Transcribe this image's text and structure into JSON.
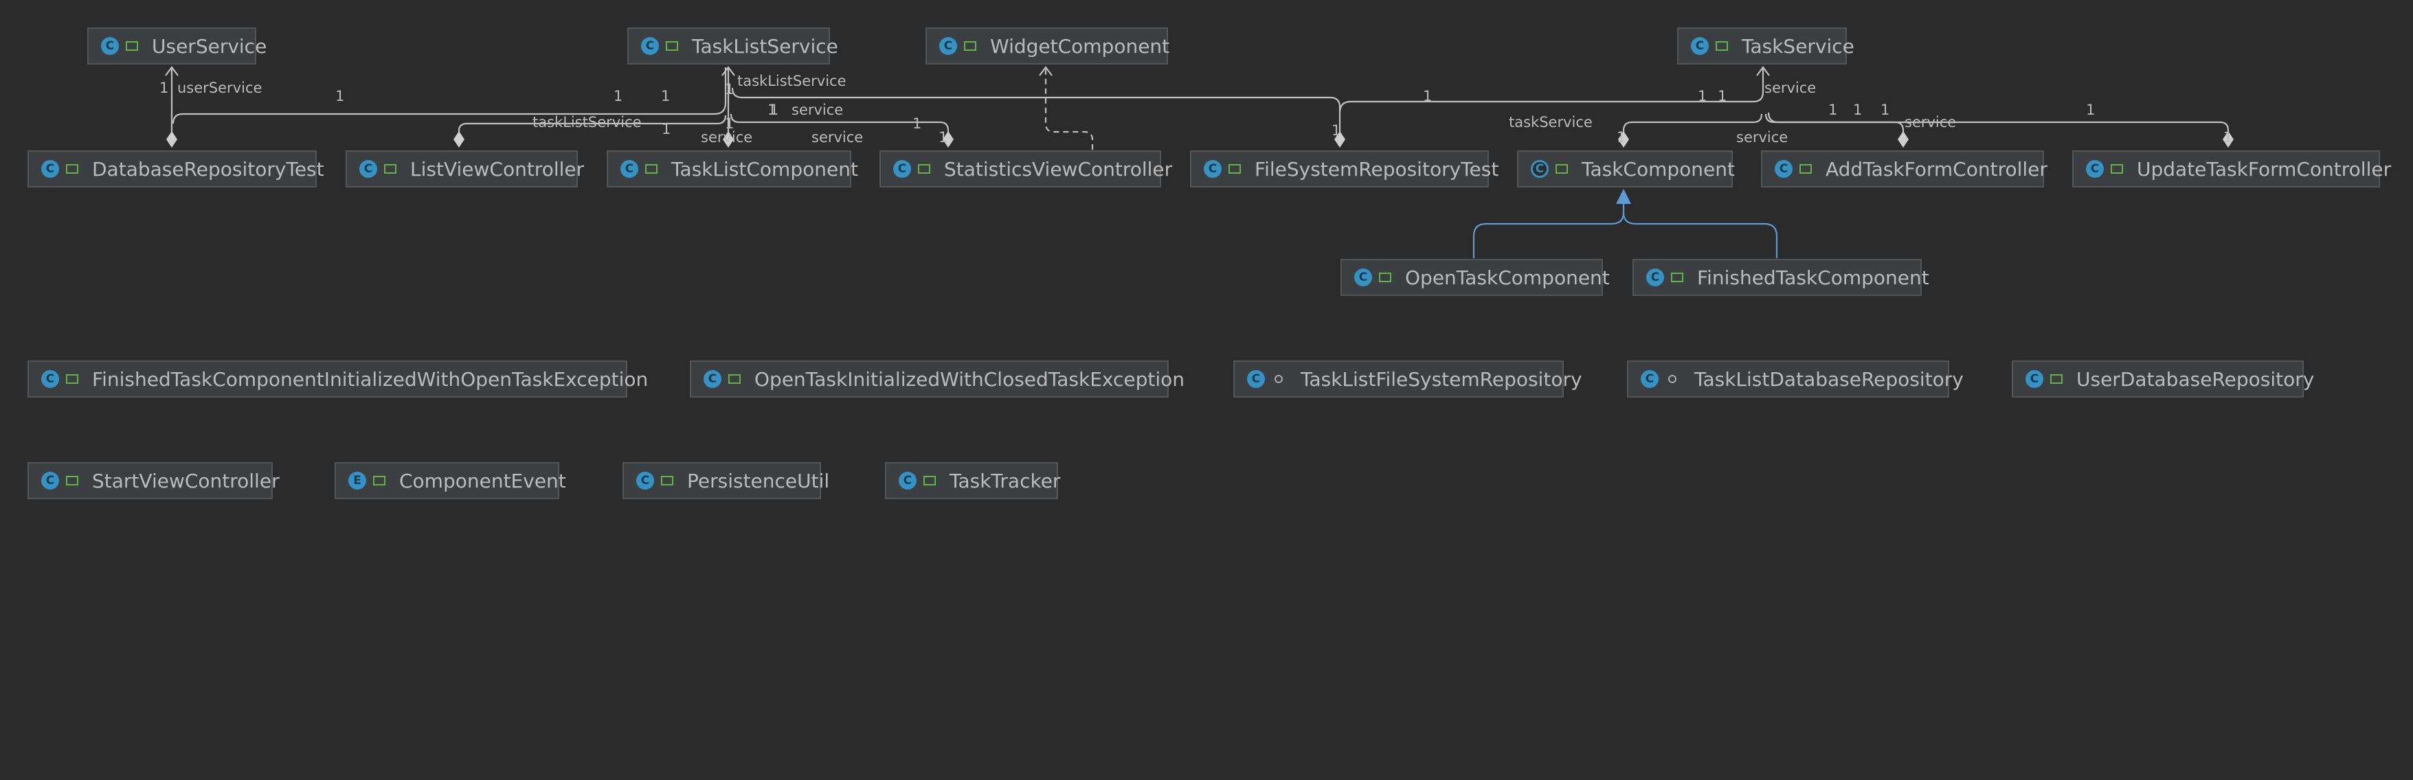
{
  "colors": {
    "background": "#2b2b2b",
    "node_fill": "#3c3f41",
    "node_border": "#555555",
    "text": "#bbbbbb",
    "edge": "#c0c0c0",
    "inheritance": "#5b9bd5",
    "class_badge": "#3592c4",
    "public_lock": "#62b543"
  },
  "nodes": [
    {
      "id": "UserService",
      "label": "UserService",
      "kind": "C",
      "icon": "class-icon"
    },
    {
      "id": "TaskListService",
      "label": "TaskListService",
      "kind": "C",
      "icon": "class-icon"
    },
    {
      "id": "WidgetComponent",
      "label": "WidgetComponent",
      "kind": "C",
      "icon": "class-icon"
    },
    {
      "id": "TaskService",
      "label": "TaskService",
      "kind": "C",
      "icon": "class-icon"
    },
    {
      "id": "DatabaseRepositoryTest",
      "label": "DatabaseRepositoryTest",
      "kind": "C",
      "icon": "test-class-icon"
    },
    {
      "id": "ListViewController",
      "label": "ListViewController",
      "kind": "C",
      "icon": "class-icon"
    },
    {
      "id": "TaskListComponent",
      "label": "TaskListComponent",
      "kind": "C",
      "icon": "class-icon"
    },
    {
      "id": "StatisticsViewController",
      "label": "StatisticsViewController",
      "kind": "C",
      "icon": "class-icon"
    },
    {
      "id": "FileSystemRepositoryTest",
      "label": "FileSystemRepositoryTest",
      "kind": "C",
      "icon": "test-class-icon"
    },
    {
      "id": "TaskComponent",
      "label": "TaskComponent",
      "kind": "C",
      "icon": "abstract-class-icon"
    },
    {
      "id": "AddTaskFormController",
      "label": "AddTaskFormController",
      "kind": "C",
      "icon": "class-icon"
    },
    {
      "id": "UpdateTaskFormController",
      "label": "UpdateTaskFormController",
      "kind": "C",
      "icon": "class-icon"
    },
    {
      "id": "OpenTaskComponent",
      "label": "OpenTaskComponent",
      "kind": "C",
      "icon": "class-icon"
    },
    {
      "id": "FinishedTaskComponent",
      "label": "FinishedTaskComponent",
      "kind": "C",
      "icon": "class-icon"
    },
    {
      "id": "FinishedTaskComponentInitializedWithOpenTaskException",
      "label": "FinishedTaskComponentInitializedWithOpenTaskException",
      "kind": "C",
      "icon": "class-icon"
    },
    {
      "id": "OpenTaskInitializedWithClosedTaskException",
      "label": "OpenTaskInitializedWithClosedTaskException",
      "kind": "C",
      "icon": "class-icon"
    },
    {
      "id": "TaskListFileSystemRepository",
      "label": "TaskListFileSystemRepository",
      "kind": "C",
      "icon": "class-icon",
      "package_private": true
    },
    {
      "id": "TaskListDatabaseRepository",
      "label": "TaskListDatabaseRepository",
      "kind": "C",
      "icon": "class-icon",
      "package_private": true
    },
    {
      "id": "UserDatabaseRepository",
      "label": "UserDatabaseRepository",
      "kind": "C",
      "icon": "class-icon"
    },
    {
      "id": "StartViewController",
      "label": "StartViewController",
      "kind": "C",
      "icon": "class-icon"
    },
    {
      "id": "ComponentEvent",
      "label": "ComponentEvent",
      "kind": "E",
      "icon": "enum-icon"
    },
    {
      "id": "PersistenceUtil",
      "label": "PersistenceUtil",
      "kind": "C",
      "icon": "class-icon"
    },
    {
      "id": "TaskTracker",
      "label": "TaskTracker",
      "kind": "C",
      "icon": "main-class-icon"
    }
  ],
  "edge_labels": [
    {
      "text": "1"
    },
    {
      "text": "userService"
    },
    {
      "text": "1"
    },
    {
      "text": "1"
    },
    {
      "text": "1"
    },
    {
      "text": "taskListService"
    },
    {
      "text": "1"
    },
    {
      "text": "1"
    },
    {
      "text": "1"
    },
    {
      "text": "taskListService"
    },
    {
      "text": "1"
    },
    {
      "text": "1"
    },
    {
      "text": "service"
    },
    {
      "text": "1"
    },
    {
      "text": "service"
    },
    {
      "text": "service"
    },
    {
      "text": "1"
    },
    {
      "text": "1"
    },
    {
      "text": "1"
    },
    {
      "text": "1"
    },
    {
      "text": "taskService"
    },
    {
      "text": "1"
    },
    {
      "text": "service"
    },
    {
      "text": "1"
    },
    {
      "text": "service"
    },
    {
      "text": "1"
    },
    {
      "text": "1"
    },
    {
      "text": "1"
    },
    {
      "text": "service"
    },
    {
      "text": "1"
    },
    {
      "text": "1"
    }
  ],
  "edges": [
    {
      "from": "DatabaseRepositoryTest",
      "to": "UserService",
      "type": "composition",
      "role": "userService"
    },
    {
      "from": "DatabaseRepositoryTest",
      "to": "TaskListService",
      "type": "composition"
    },
    {
      "from": "ListViewController",
      "to": "TaskListService",
      "type": "composition",
      "role": "taskListService"
    },
    {
      "from": "TaskListComponent",
      "to": "TaskListService",
      "type": "composition",
      "role": "service"
    },
    {
      "from": "StatisticsViewController",
      "to": "TaskListService",
      "type": "composition",
      "role": "service"
    },
    {
      "from": "StatisticsViewController",
      "to": "WidgetComponent",
      "type": "realization"
    },
    {
      "from": "FileSystemRepositoryTest",
      "to": "TaskListService",
      "type": "composition",
      "role": "taskListService"
    },
    {
      "from": "TaskComponent",
      "to": "TaskService",
      "type": "composition",
      "role": "taskService"
    },
    {
      "from": "AddTaskFormController",
      "to": "TaskService",
      "type": "composition",
      "role": "service"
    },
    {
      "from": "UpdateTaskFormController",
      "to": "TaskService",
      "type": "composition",
      "role": "service"
    },
    {
      "from": "FileSystemRepositoryTest",
      "to": "TaskService",
      "type": "composition"
    },
    {
      "from": "OpenTaskComponent",
      "to": "TaskComponent",
      "type": "inheritance"
    },
    {
      "from": "FinishedTaskComponent",
      "to": "TaskComponent",
      "type": "inheritance"
    }
  ]
}
